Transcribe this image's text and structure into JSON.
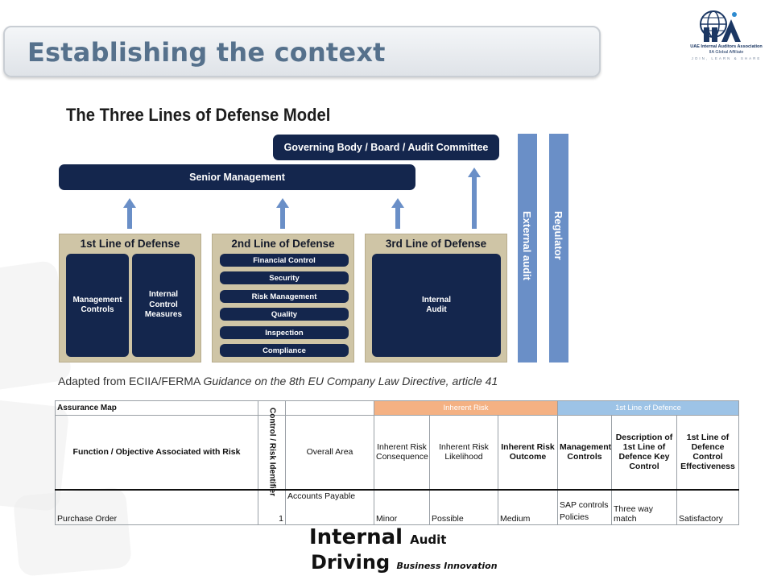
{
  "slide": {
    "title": "Establishing the context"
  },
  "logo": {
    "icon": "globe-ia-logo",
    "line1": "UAE Internal Auditors Association",
    "line2": "IIA Global Affiliate",
    "line3": "JOIN, LEARN & SHARE",
    "colors": {
      "globe": "#1b3763",
      "accent": "#2e8bd0"
    }
  },
  "diagram": {
    "title": "The Three Lines of Defense Model",
    "governing_body": "Governing Body / Board / Audit Committee",
    "senior_management": "Senior Management",
    "first_line": {
      "heading": "1st Line of Defense",
      "box1": "Management Controls",
      "box2": "Internal Control Measures"
    },
    "second_line": {
      "heading": "2nd Line of Defense",
      "items": [
        "Financial Control",
        "Security",
        "Risk Management",
        "Quality",
        "Inspection",
        "Compliance"
      ]
    },
    "third_line": {
      "heading": "3rd Line of Defense",
      "box": "Internal Audit"
    },
    "external_audit": "External audit",
    "regulator": "Regulator",
    "caption_plain": "Adapted from ECIIA/FERMA ",
    "caption_italic": "Guidance on the 8th EU Company Law Directive, article 41",
    "colors": {
      "navy": "#14264d",
      "arrow": "#6a8fc7",
      "panel": "#cfc5a6"
    }
  },
  "table": {
    "title": "Assurance Map",
    "group_inherent": "Inherent Risk",
    "group_defence": "1st Line of Defence",
    "headers": {
      "function": "Function / Objective Associated with Risk",
      "control_id": "Control / Risk Identifier",
      "overall_area": "Overall Area",
      "consequence": "Inherent Risk Consequence",
      "likelihood": "Inherent Risk Likelihood",
      "outcome": "Inherent Risk Outcome",
      "mgmt_controls": "Management Controls",
      "description": "Description of 1st Line of Defence Key Control",
      "effectiveness": "1st Line of Defence Control Effectiveness"
    },
    "row": {
      "overall_area": "Accounts Payable",
      "function": "Purchase Order",
      "control_id": "1",
      "consequence": "Minor",
      "likelihood": "Possible",
      "outcome": "Medium",
      "mgmt_controls_line1": "SAP controls",
      "mgmt_controls_line2": "Policies",
      "description": "Three way match",
      "effectiveness": "Satisfactory"
    },
    "colors": {
      "inherent": "#f4b183",
      "defence": "#9dc3e6"
    }
  },
  "footer": {
    "line1_big": "Internal",
    "line1_small": "Audit",
    "line2_big": "Driving",
    "line2_small": "Business Innovation"
  }
}
